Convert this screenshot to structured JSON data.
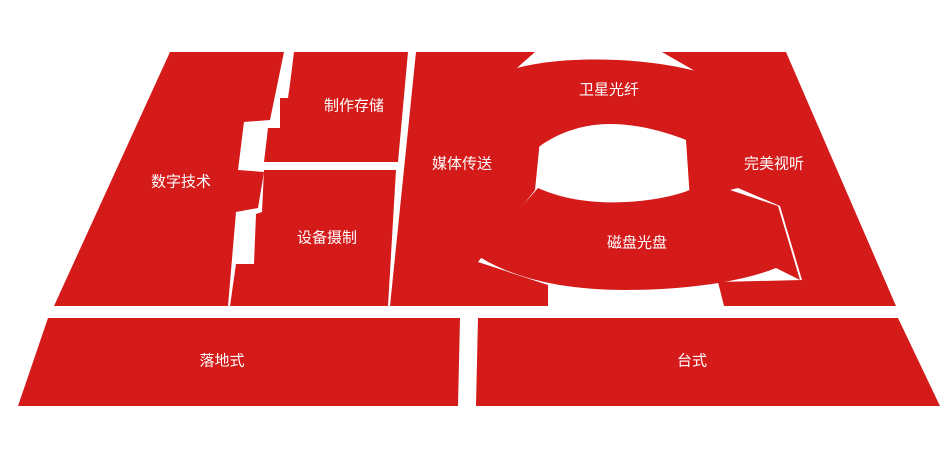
{
  "colors": {
    "block": "#d51a1a",
    "background": "#ffffff",
    "text": "#ffffff"
  },
  "labels": {
    "digital_tech": "数字技术",
    "production_storage": "制作存储",
    "equipment_capture": "设备摄制",
    "media_transmission": "媒体传送",
    "satellite_fiber": "卫星光纤",
    "disk_disc": "磁盘光盘",
    "perfect_av": "完美视听",
    "floor_standing": "落地式",
    "desktop": "台式"
  }
}
